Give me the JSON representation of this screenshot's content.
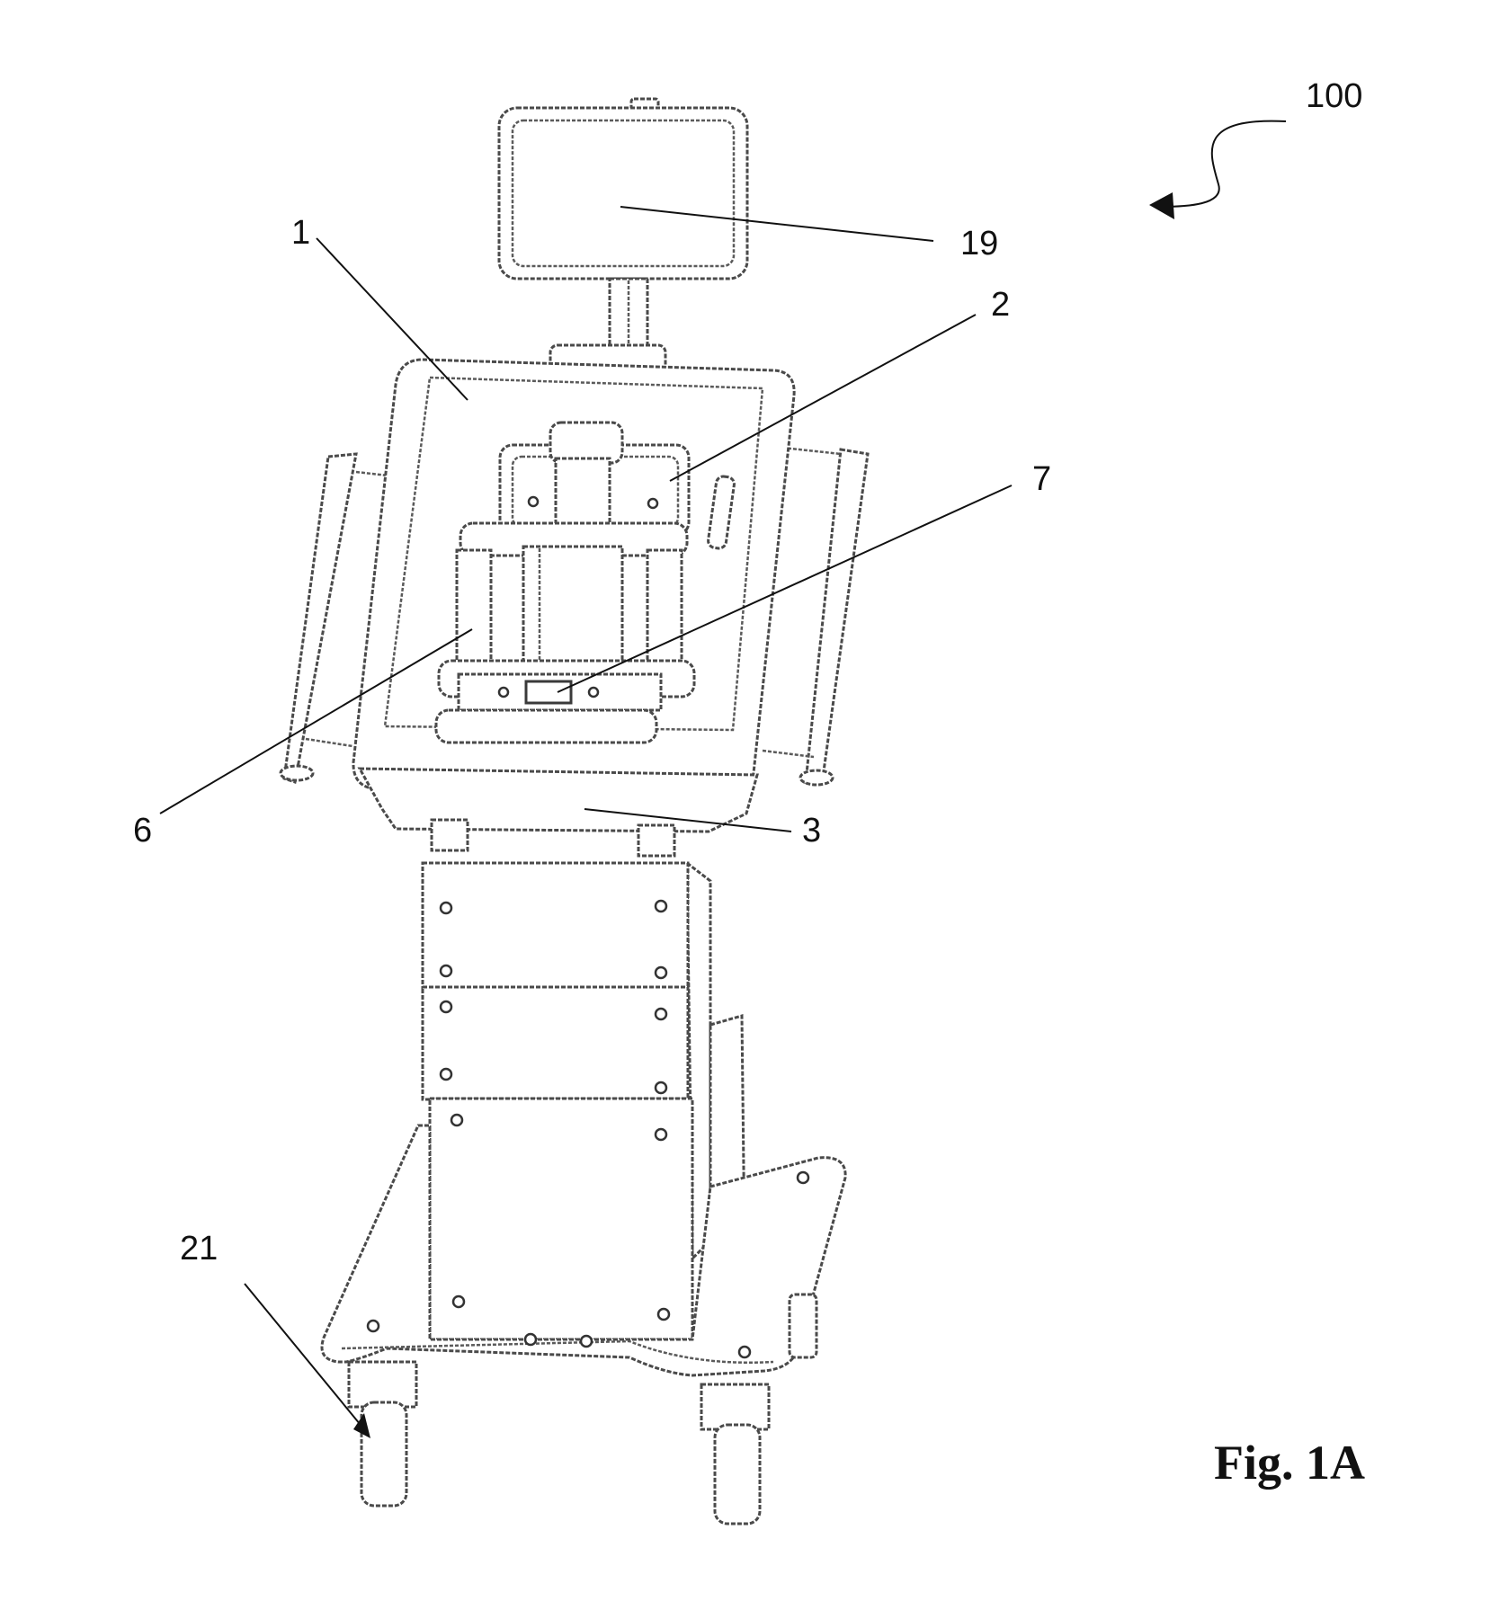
{
  "figure_label": "Fig. 1A",
  "reference_numerals": {
    "assembly": "100",
    "display": "19",
    "frame": "1",
    "cartridge": "2",
    "connector": "7",
    "rod_holder": "6",
    "base_plate": "3",
    "caster": "21"
  },
  "colors": {
    "line": "#111111",
    "drawing": "#4a4a4a",
    "background": "#ffffff"
  }
}
